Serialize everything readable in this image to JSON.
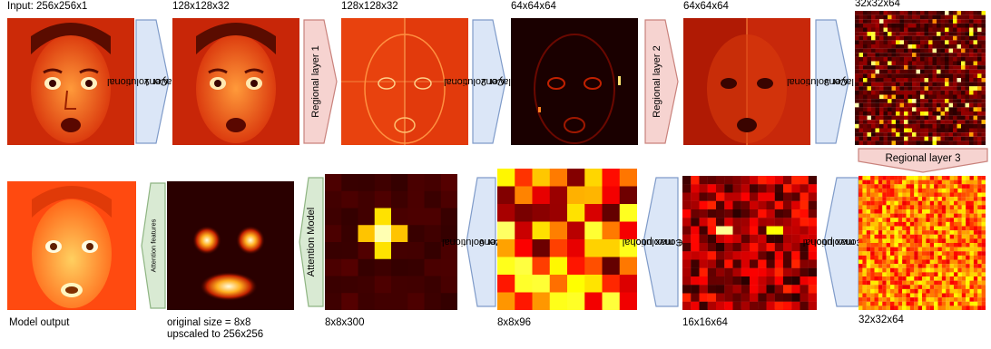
{
  "labels": {
    "input": "Input: 256x256x1",
    "conv1_out": "128x128x32",
    "reg1_out": "128x128x32",
    "conv2_out": "64x64x64",
    "reg2_out": "64x64x64",
    "conv3_out": "32x32x64",
    "conv4_out": "32x32x64",
    "conv5_out": "16x16x64",
    "conv6_out": "8x8x96",
    "attention_out": "8x8x300",
    "features_note_1": "original size = 8x8",
    "features_note_2": "upscaled to 256x256",
    "model_output": "Model output"
  },
  "arrows": {
    "conv1": [
      "Convolutional",
      "layer 1"
    ],
    "reg1": "Regional layer 1",
    "conv2": [
      "Convolutional",
      "layer 2"
    ],
    "reg2": "Regional layer 2",
    "conv3": [
      "Convolutional",
      "layer 3"
    ],
    "reg3": "Regional layer 3",
    "conv4": [
      "Convolutional",
      "layer 4 + max pool"
    ],
    "conv5": [
      "Convolutional",
      "layer 5 + max pool"
    ],
    "conv6": [
      "Convolutional",
      "layer 6"
    ],
    "attention": "Attention Model",
    "attention_features": "Attention features"
  },
  "colors": {
    "conv_fill": "#dbe6f7",
    "conv_stroke": "#7f9bc9",
    "regional_fill": "#f6d3d0",
    "regional_stroke": "#c9827c",
    "attention_fill": "#d9ead3",
    "attention_stroke": "#8fb583"
  }
}
